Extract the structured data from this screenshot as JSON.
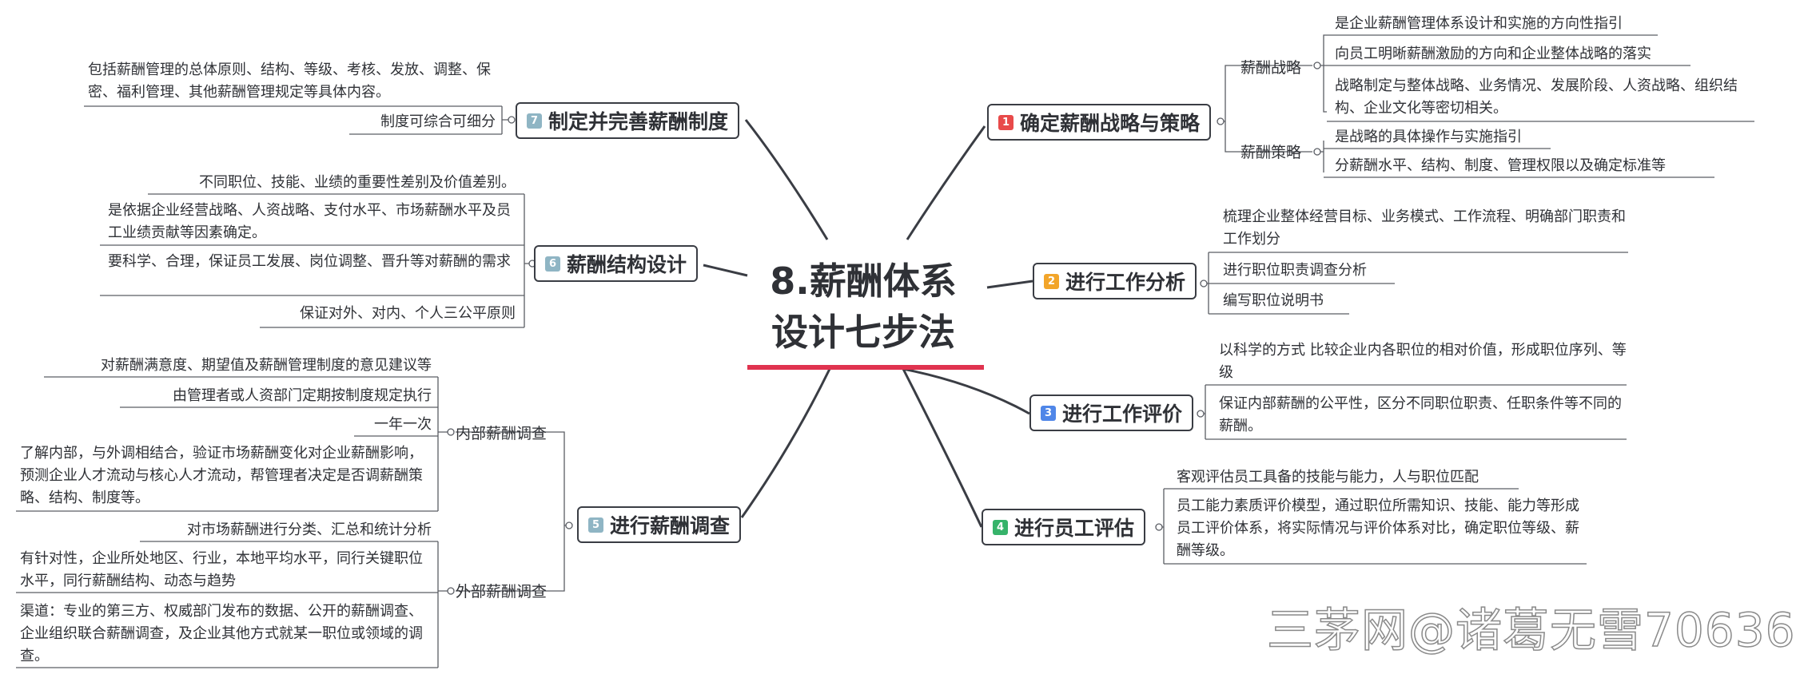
{
  "center": {
    "line1": "8.薪酬体系",
    "line2": "设计七步法"
  },
  "colors": {
    "accent_red": "#e0334f",
    "n1": "#e84a4a",
    "n2": "#f2a52a",
    "n3": "#4f86e8",
    "n4": "#36b36a",
    "n5": "#8fb5c4",
    "n6": "#8fb5c4",
    "n7": "#8fb5c4"
  },
  "branches": [
    {
      "num": "1",
      "label": "确定薪酬战略与策略",
      "subs": [
        {
          "label": "薪酬战略",
          "leaves": [
            "是企业薪酬管理体系设计和实施的方向性指引",
            "向员工明晰薪酬激励的方向和企业整体战略的落实",
            "战略制定与整体战略、业务情况、发展阶段、人资战略、组织结构、企业文化等密切相关。"
          ]
        },
        {
          "label": "薪酬策略",
          "leaves": [
            "是战略的具体操作与实施指引",
            "分薪酬水平、结构、制度、管理权限以及确定标准等"
          ]
        }
      ]
    },
    {
      "num": "2",
      "label": "进行工作分析",
      "leaves": [
        "梳理企业整体经营目标、业务模式、工作流程、明确部门职责和工作划分",
        "进行职位职责调查分析",
        "编写职位说明书"
      ]
    },
    {
      "num": "3",
      "label": "进行工作评价",
      "leaves": [
        "以科学的方式 比较企业内各职位的相对价值，形成职位序列、等级",
        "保证内部薪酬的公平性，区分不同职位职责、任职条件等不同的薪酬。"
      ]
    },
    {
      "num": "4",
      "label": "进行员工评估",
      "leaves": [
        "客观评估员工具备的技能与能力，人与职位匹配",
        "员工能力素质评价模型，通过职位所需知识、技能、能力等形成员工评价体系，将实际情况与评价体系对比，确定职位等级、薪酬等级。"
      ]
    },
    {
      "num": "5",
      "label": "进行薪酬调查",
      "subs": [
        {
          "label": "内部薪酬调查",
          "leaves": [
            "对薪酬满意度、期望值及薪酬管理制度的意见建议等",
            "由管理者或人资部门定期按制度规定执行",
            "一年一次",
            "了解内部，与外调相结合，验证市场薪酬变化对企业薪酬影响，预测企业人才流动与核心人才流动，帮管理者决定是否调薪酬策略、结构、制度等。"
          ]
        },
        {
          "label": "外部薪酬调查",
          "leaves": [
            "对市场薪酬进行分类、汇总和统计分析",
            "有针对性，企业所处地区、行业，本地平均水平，同行关键职位水平，同行薪酬结构、动态与趋势",
            "渠道：专业的第三方、权威部门发布的数据、公开的薪酬调查、企业组织联合薪酬调查，及企业其他方式就某一职位或领域的调查。"
          ]
        }
      ]
    },
    {
      "num": "6",
      "label": "薪酬结构设计",
      "leaves": [
        "不同职位、技能、业绩的重要性差别及价值差别。",
        "是依据企业经营战略、人资战略、支付水平、市场薪酬水平及员工业绩贡献等因素确定。",
        "要科学、合理，保证员工发展、岗位调整、晋升等对薪酬的需求",
        "保证对外、对内、个人三公平原则"
      ]
    },
    {
      "num": "7",
      "label": "制定并完善薪酬制度",
      "leaves": [
        "包括薪酬管理的总体原则、结构、等级、考核、发放、调整、保密、福利管理、其他薪酬管理规定等具体内容。",
        "制度可综合可细分"
      ]
    }
  ],
  "watermark": "三茅网@诸葛无雪70636"
}
